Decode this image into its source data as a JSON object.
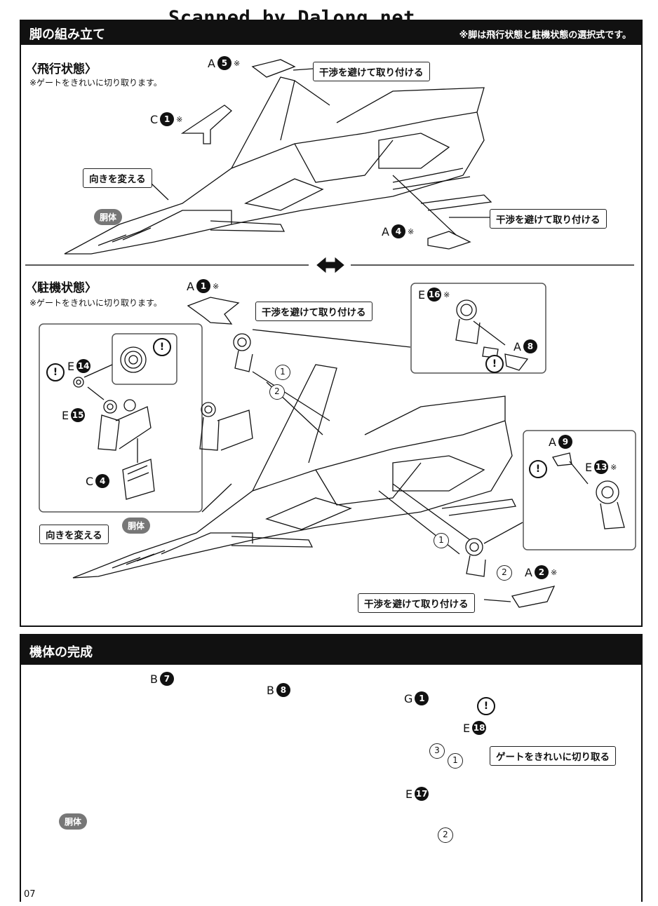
{
  "watermark": "Scanned by Dalong.net",
  "section1": {
    "title": "脚の組み立て",
    "note": "※脚は飛行状態と駐機状態の選択式です。",
    "flight": {
      "title": "〈飛行状態〉",
      "note": "※ゲートをきれいに切り取ります。",
      "callout_top": "干渉を避けて取り付ける",
      "callout_bottom": "干渉を避けて取り付ける",
      "turn_label": "向きを変える",
      "body_label": "胴体",
      "parts": [
        {
          "letter": "A",
          "num": "5",
          "mark": "※"
        },
        {
          "letter": "C",
          "num": "1",
          "mark": "※"
        },
        {
          "letter": "A",
          "num": "4",
          "mark": "※"
        }
      ]
    },
    "parked": {
      "title": "〈駐機状態〉",
      "note": "※ゲートをきれいに切り取ります。",
      "callout_top": "干渉を避けて取り付ける",
      "callout_bottom": "干渉を避けて取り付ける",
      "turn_label": "向きを変える",
      "body_label": "胴体",
      "parts": [
        {
          "letter": "A",
          "num": "1",
          "mark": "※"
        },
        {
          "letter": "E",
          "num": "14",
          "mark": ""
        },
        {
          "letter": "E",
          "num": "15",
          "mark": ""
        },
        {
          "letter": "C",
          "num": "4",
          "mark": ""
        },
        {
          "letter": "E",
          "num": "16",
          "mark": "※"
        },
        {
          "letter": "A",
          "num": "8",
          "mark": ""
        },
        {
          "letter": "A",
          "num": "9",
          "mark": ""
        },
        {
          "letter": "E",
          "num": "13",
          "mark": "※"
        },
        {
          "letter": "A",
          "num": "2",
          "mark": "※"
        }
      ],
      "steps": [
        "1",
        "2",
        "1",
        "2"
      ],
      "warn": "!"
    }
  },
  "section2": {
    "title": "機体の完成",
    "body_label": "胴体",
    "callout": "ゲートをきれいに切り取る",
    "parts": [
      {
        "letter": "B",
        "num": "7",
        "mark": ""
      },
      {
        "letter": "B",
        "num": "8",
        "mark": ""
      },
      {
        "letter": "G",
        "num": "1",
        "mark": ""
      },
      {
        "letter": "E",
        "num": "18",
        "mark": ""
      },
      {
        "letter": "E",
        "num": "17",
        "mark": ""
      }
    ],
    "steps": [
      "3",
      "1",
      "2"
    ],
    "warn": "!"
  },
  "page_number": "07"
}
